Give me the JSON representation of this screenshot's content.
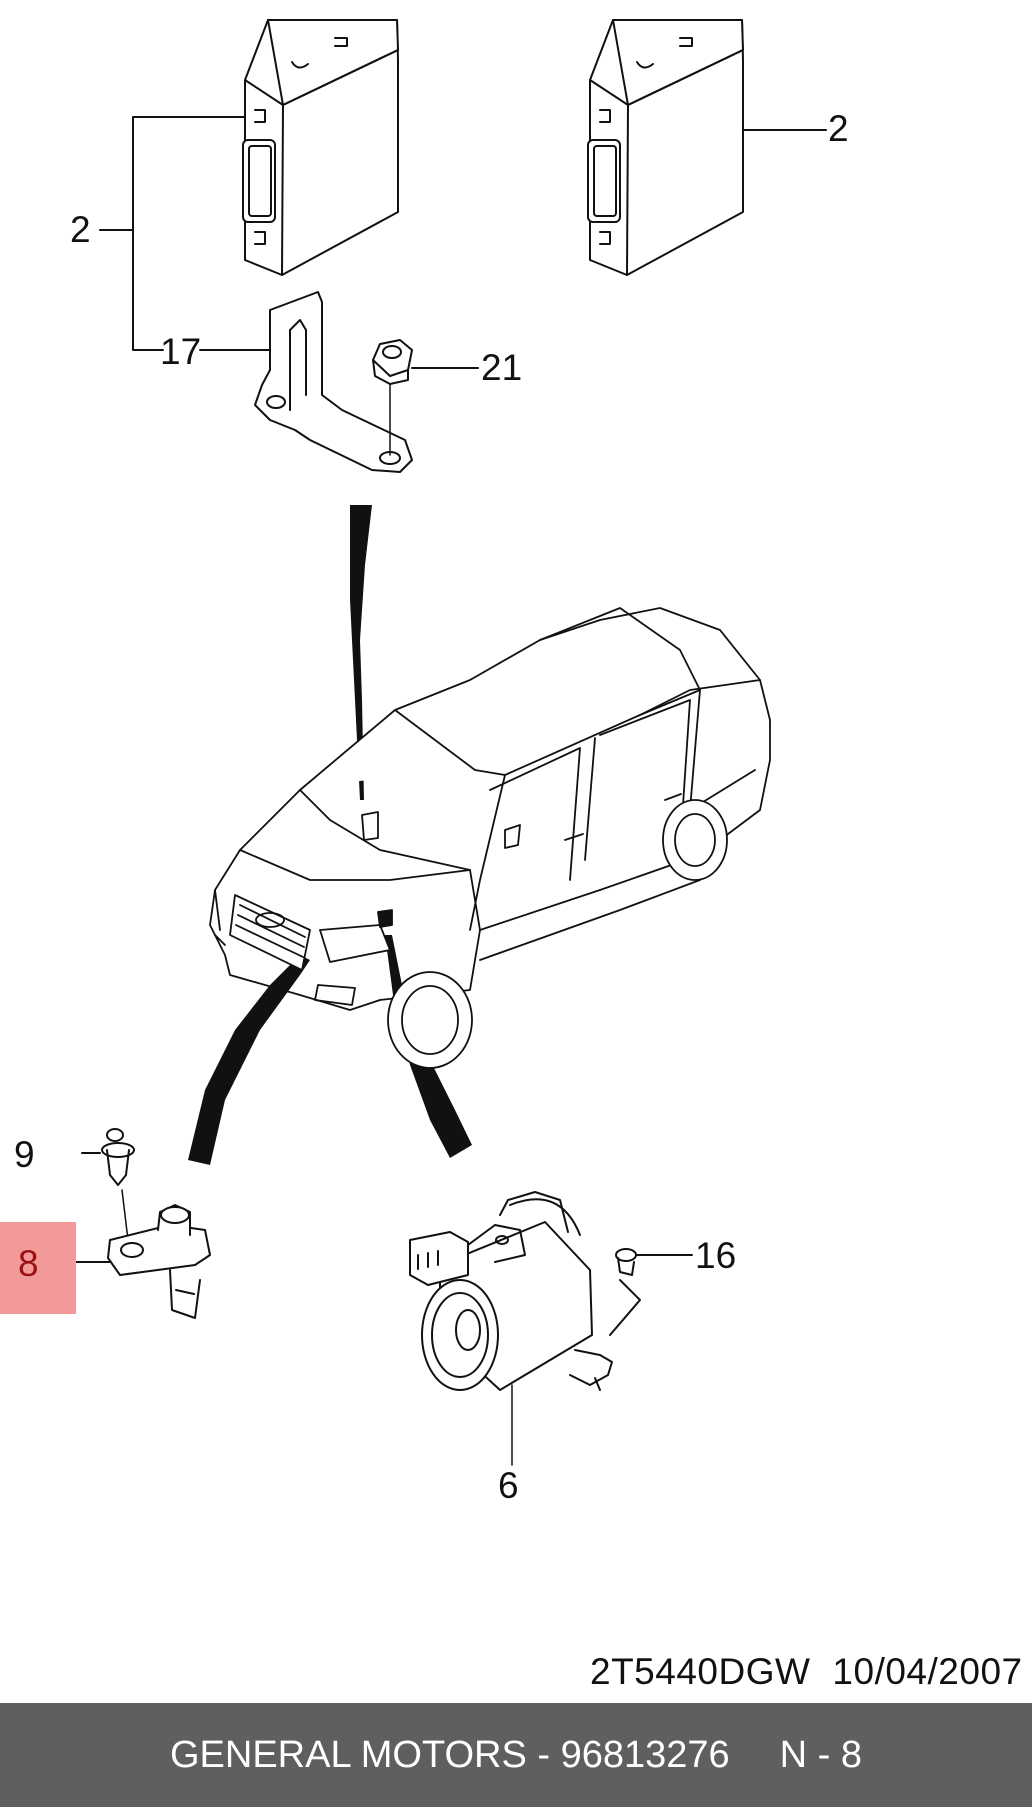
{
  "callouts": {
    "c2_left": "2",
    "c2_right": "2",
    "c17": "17",
    "c21": "21",
    "c9": "9",
    "c8": "8",
    "c16": "16",
    "c6": "6"
  },
  "drawing": {
    "code": "2T5440DGW",
    "date": "10/04/2007"
  },
  "footer": {
    "brand_part": "GENERAL MOTORS - 96813276",
    "page_ref": "N - 8"
  },
  "colors": {
    "highlight": "#f29a9a",
    "highlight_text": "#9b1111",
    "footer_bg": "#5f5f5f",
    "footer_text": "#ffffff",
    "line": "#111111"
  }
}
